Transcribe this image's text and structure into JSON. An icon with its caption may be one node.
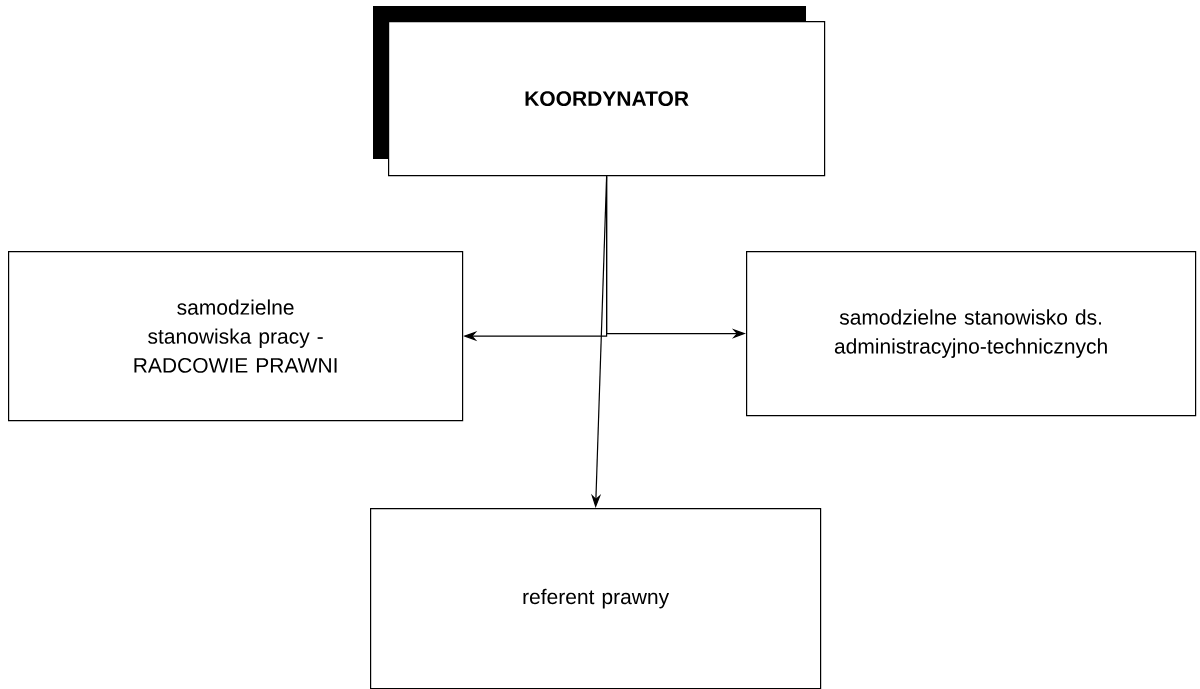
{
  "diagram": {
    "nodes": [
      {
        "text": [
          "KOORDYNATOR"
        ]
      },
      {
        "text": [
          "samodzielne stanowiska pracy - RADCOWIE PRAWNI"
        ]
      },
      {
        "text": [
          "samodzielne stanowisko ds. administracyjno-technicznych"
        ]
      },
      {
        "text": [
          "referent prawny"
        ]
      }
    ],
    "edges": [
      {
        "from": 0,
        "to": 1,
        "arrow": "to"
      },
      {
        "from": 0,
        "to": 2,
        "arrow": "to"
      },
      {
        "from": 0,
        "to": 3,
        "arrow": "to"
      }
    ]
  }
}
